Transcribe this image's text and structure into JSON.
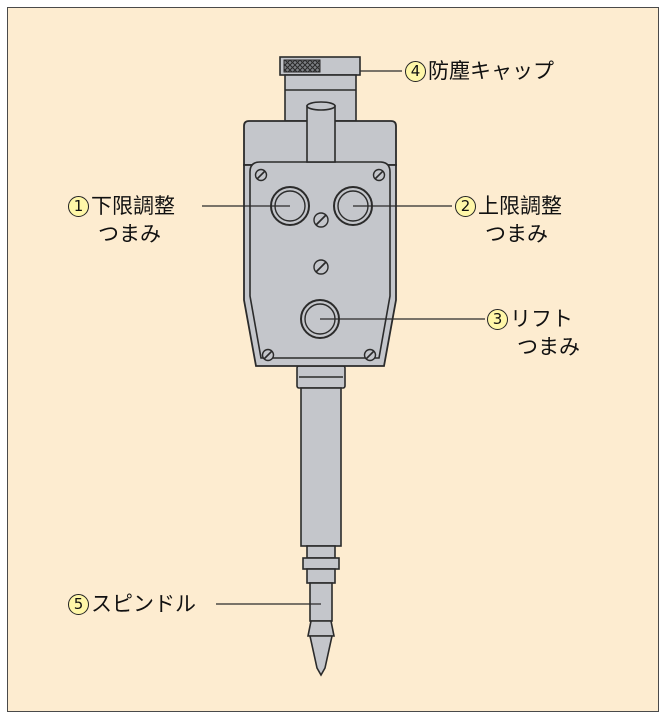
{
  "colors": {
    "background": "#fdecd0",
    "body": "#c4c6cb",
    "outline": "#2b2b2b",
    "badge": "#fff7a8"
  },
  "labels": {
    "lower_adjust": {
      "number": "1",
      "line1": "下限調整",
      "line2": "つまみ"
    },
    "upper_adjust": {
      "number": "2",
      "line1": "上限調整",
      "line2": "つまみ"
    },
    "lift": {
      "number": "3",
      "line1": "リフト",
      "line2": "つまみ"
    },
    "dust_cap": {
      "number": "4",
      "line1": "防塵キャップ"
    },
    "spindle": {
      "number": "5",
      "line1": "スピンドル"
    }
  }
}
